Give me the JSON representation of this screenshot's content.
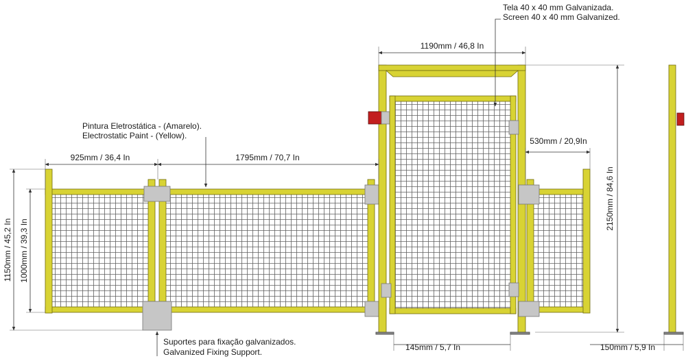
{
  "colors": {
    "frame": "#d8d334",
    "mesh": "#5f5f5f",
    "plate": "#c6c6c6",
    "lock": "#c21e1e",
    "foot": "#8a8a8a"
  },
  "callouts": {
    "mesh_pt": "Tela 40 x 40 mm Galvanizada.",
    "mesh_en": "Screen 40 x 40 mm Galvanized.",
    "paint_pt": "Pintura Eletrostática - (Amarelo).",
    "paint_en": "Electrostatic Paint - (Yellow).",
    "support_pt": "Suportes para fixação galvanizados.",
    "support_en": "Galvanized Fixing Support."
  },
  "dimensions": {
    "door_frame_width": "1190mm / 46,8 In",
    "panel_a_width": "925mm / 36,4 In",
    "panel_b_width": "1795mm / 70,7 In",
    "panel_c_width": "530mm / 20,9In",
    "total_height": "2150mm / 84,6 In",
    "panel_height_outer": "1150mm / 45,2 In",
    "panel_height_inner": "1000mm / 39,3 In",
    "gap_bottom": "145mm / 5,7 In",
    "foot_depth": "150mm / 5,9 In"
  }
}
